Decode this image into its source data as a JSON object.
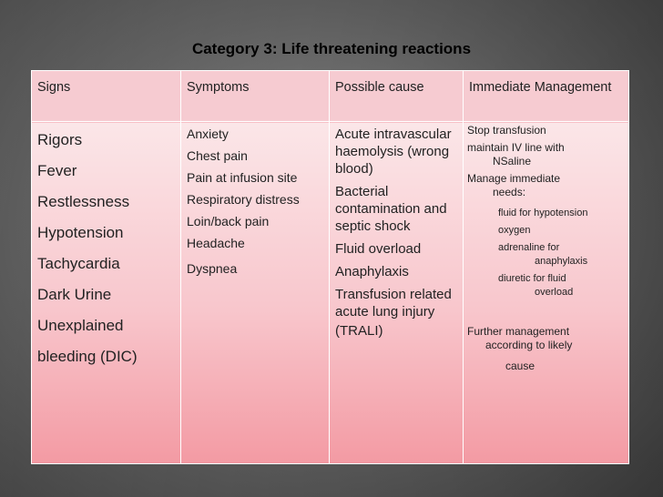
{
  "slide": {
    "title": "Category 3: Life threatening reactions"
  },
  "table": {
    "headers": [
      "Signs",
      "Symptoms",
      "Possible cause",
      "Immediate Management"
    ],
    "signs": [
      "Rigors",
      "Fever",
      "Restlessness",
      "Hypotension",
      "Tachycardia",
      "Dark Urine",
      "Unexplained",
      "bleeding (DIC)"
    ],
    "symptoms": [
      "Anxiety",
      "Chest pain",
      "Pain at infusion site",
      "Respiratory distress",
      "Loin/back pain",
      "Headache",
      "Dyspnea"
    ],
    "causes": [
      "Acute intravascular haemolysis (wrong blood)",
      "Bacterial contamination and septic shock",
      "Fluid overload",
      "Anaphylaxis",
      "Transfusion related acute lung injury",
      "(TRALI)"
    ],
    "management": {
      "stop": "Stop transfusion",
      "iv_line": "maintain IV line with",
      "iv_line_cont": "NSaline",
      "manage_needs": "Manage immediate",
      "manage_needs_cont": "needs:",
      "fluid": "fluid for hypotension",
      "oxygen": "oxygen",
      "adrenaline": "adrenaline for",
      "adrenaline_cont": "anaphylaxis",
      "diuretic": "diuretic for fluid",
      "diuretic_cont": "overload",
      "further": "Further management",
      "further_cont": "according to likely",
      "further_cont2": "cause"
    }
  }
}
